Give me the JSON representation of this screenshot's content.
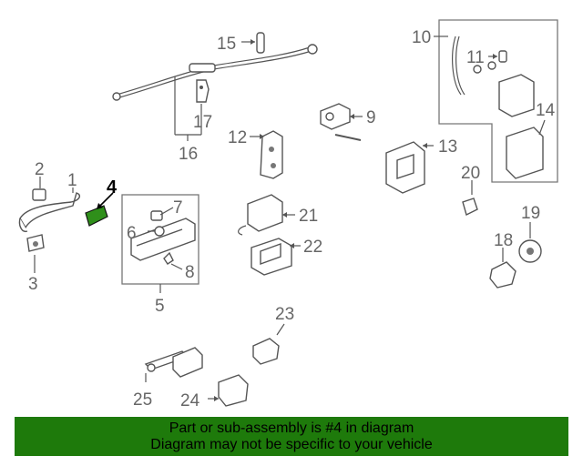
{
  "colors": {
    "banner": "#1e7a0b",
    "highlight_part": "#2f8f1a",
    "label": "#666666"
  },
  "callouts": {
    "c1": "1",
    "c2": "2",
    "c3": "3",
    "c4": "4",
    "c5": "5",
    "c6": "6",
    "c7": "7",
    "c8": "8",
    "c9": "9",
    "c10": "10",
    "c11": "11",
    "c13": "13",
    "c14": "14",
    "c15": "15",
    "c16": "16",
    "c17": "17",
    "c18": "18",
    "c19": "19",
    "c20": "20",
    "c21": "21",
    "c22": "22",
    "c23": "23",
    "c24": "24",
    "c25": "25",
    "c12": "12"
  },
  "highlighted_part": "4",
  "banner": {
    "line1": "Part or sub-assembly is #4 in diagram",
    "line2": "Diagram may not be specific to your vehicle"
  }
}
